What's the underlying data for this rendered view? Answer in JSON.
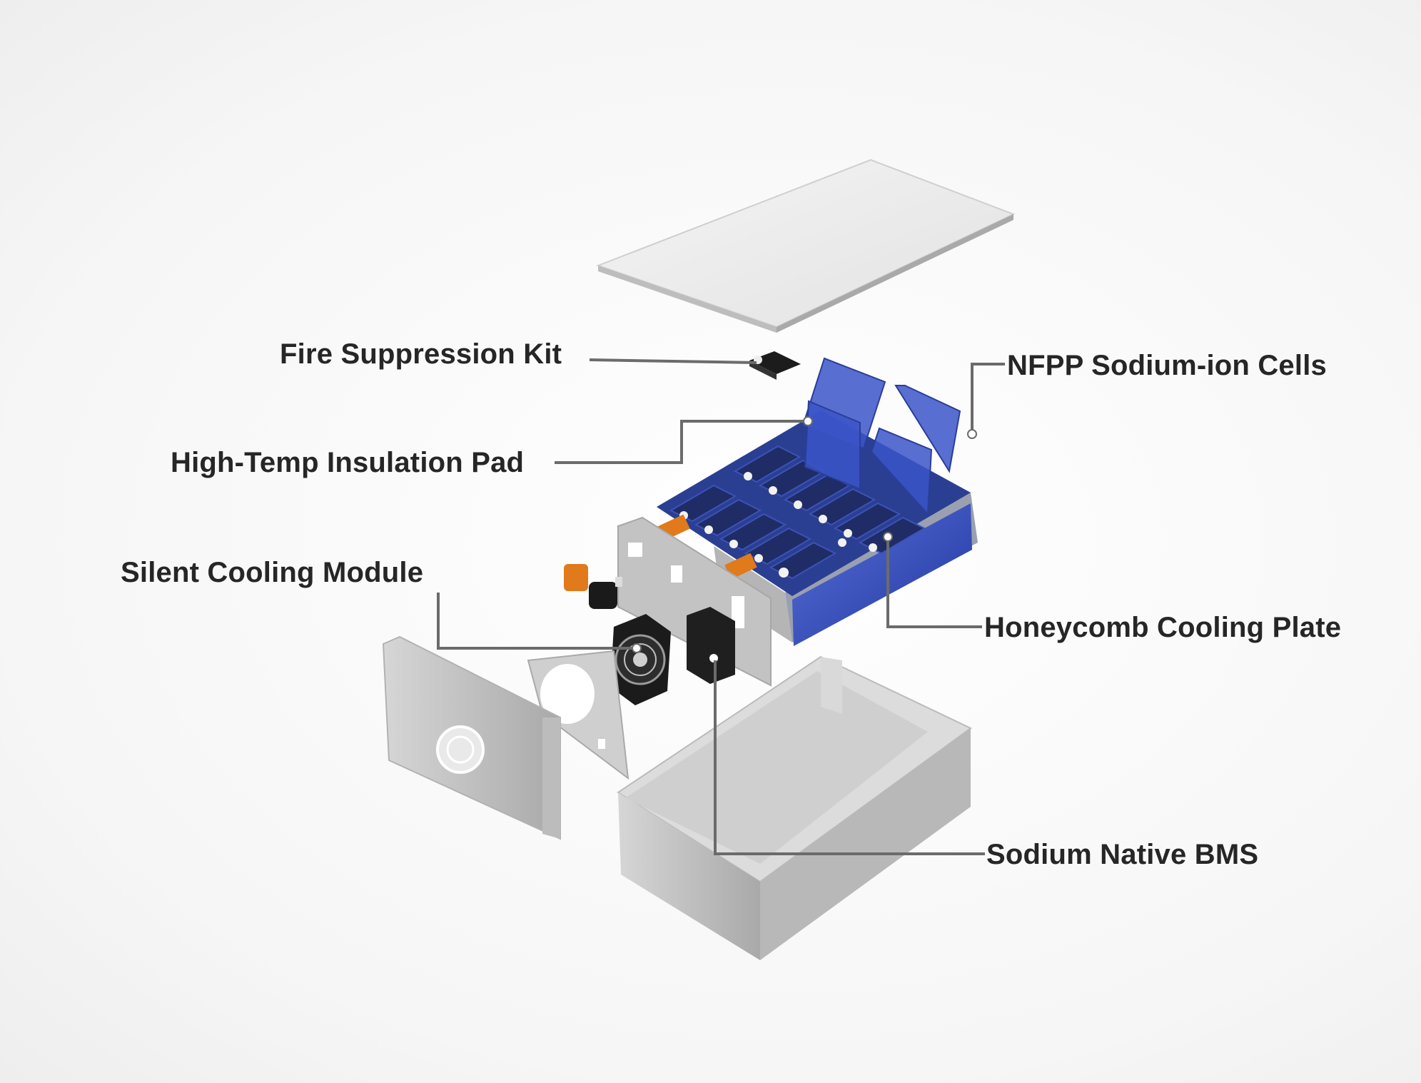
{
  "diagram": {
    "labels": {
      "fire_suppression": "Fire Suppression Kit",
      "insulation_pad": "High-Temp Insulation Pad",
      "cooling_module": "Silent Cooling Module",
      "sodium_cells": "NFPP Sodium-ion Cells",
      "cooling_plate": "Honeycomb Cooling Plate",
      "bms": "Sodium Native BMS"
    },
    "colors": {
      "label_text": "#262626",
      "leader_line": "#6b6b6b",
      "cell_blue": "#2a45b8",
      "connector_orange": "#e07a1a",
      "sheet_metal": "#c9c9c9"
    }
  }
}
